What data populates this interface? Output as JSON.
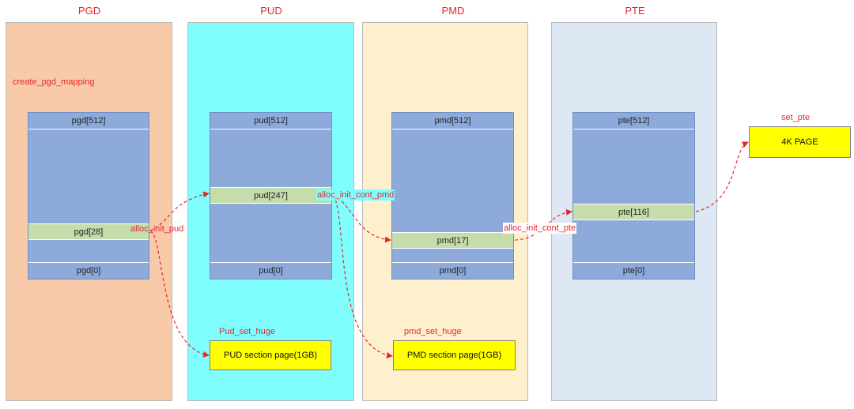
{
  "columns": {
    "pgd": {
      "title": "PGD",
      "color": "#f8caa9",
      "func": "create_pgd_mapping",
      "top": "pgd[512]",
      "mid": "pgd[28]",
      "bottom": "pgd[0]"
    },
    "pud": {
      "title": "PUD",
      "color": "#80fefe",
      "top": "pud[512]",
      "mid": "pud[247]",
      "bottom": "pud[0]"
    },
    "pmd": {
      "title": "PMD",
      "color": "#fef0cd",
      "top": "pmd[512]",
      "mid": "pmd[17]",
      "bottom": "pmd[0]"
    },
    "pte": {
      "title": "PTE",
      "color": "#dde8f4",
      "top": "pte[512]",
      "mid": "pte[116]",
      "bottom": "pte[0]"
    }
  },
  "labels": {
    "alloc_init_pud": "alloc_init_pud",
    "alloc_init_cont_pmd": "alloc_init_cont_pmd",
    "alloc_init_cont_pte": "alloc_init_cont_pte",
    "pud_set_huge": "Pud_set_huge",
    "pmd_set_huge": "pmd_set_huge",
    "set_pte": "set_pte"
  },
  "boxes": {
    "pud_section": "PUD section page(1GB)",
    "pmd_section": "PMD section page(1GB)",
    "page_4k": "4K PAGE"
  },
  "colors": {
    "label_red": "#e8262a",
    "table_blue": "#8eaadb",
    "entry_green": "#c5dcab",
    "box_yellow": "#ffff00"
  }
}
